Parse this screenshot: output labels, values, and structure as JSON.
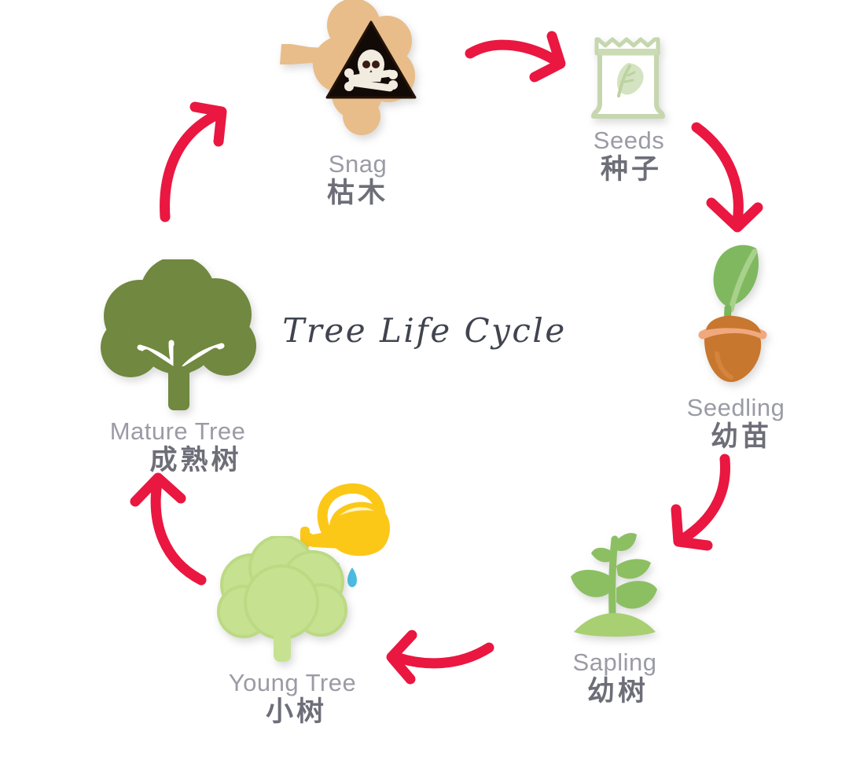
{
  "diagram": {
    "title": "Tree Life Cycle",
    "type": "cycle-diagram",
    "background_color": "#ffffff",
    "arrow_color": "#ea1740",
    "label_en_color": "#9b9ba6",
    "label_zh_color": "#6e6e79",
    "title_color": "#40444f",
    "direction": "clockwise",
    "stage_count": 6
  },
  "stages": [
    {
      "id": "snag",
      "label_en": "Snag",
      "label_zh": "枯木",
      "icon": "fallen-dead-tree-with-hazard-sign-icon",
      "icon_colors": {
        "tree": "#e8bd8a",
        "sign": "#150c08",
        "skull": "#f2ece0"
      },
      "order": 6
    },
    {
      "id": "seeds",
      "label_en": "Seeds",
      "label_zh": "种子",
      "icon": "seed-packet-icon",
      "icon_colors": {
        "outline": "#c6d6ae",
        "leaf": "#cfe0bb",
        "body": "#ffffff"
      },
      "order": 1
    },
    {
      "id": "seedling",
      "label_en": "Seedling",
      "label_zh": "幼苗",
      "icon": "sprouting-acorn-icon",
      "icon_colors": {
        "leaf": "#80b860",
        "acorn": "#c8772e",
        "cap": "#f0a87e"
      },
      "order": 2
    },
    {
      "id": "sapling",
      "label_en": "Sapling",
      "label_zh": "幼树",
      "icon": "sapling-plant-icon",
      "icon_colors": {
        "leaf": "#8cbf62",
        "soil": "#a8cf72"
      },
      "order": 3
    },
    {
      "id": "young-tree",
      "label_en": "Young Tree",
      "label_zh": "小树",
      "icon": "young-tree-with-watering-can-icon",
      "icon_colors": {
        "tree": "#c6e291",
        "can": "#fcc818",
        "water": "#4cbbe1"
      },
      "order": 4
    },
    {
      "id": "mature-tree",
      "label_en": "Mature Tree",
      "label_zh": "成熟树",
      "icon": "mature-tree-icon",
      "icon_colors": {
        "tree": "#70883f"
      },
      "order": 5
    }
  ],
  "arrows": [
    {
      "id": "snag-to-seeds",
      "from": "snag",
      "to": "seeds",
      "direction": "right"
    },
    {
      "id": "seeds-to-seedling",
      "from": "seeds",
      "to": "seedling",
      "direction": "down"
    },
    {
      "id": "seedling-to-sapling",
      "from": "seedling",
      "to": "sapling",
      "direction": "down-left"
    },
    {
      "id": "sapling-to-young-tree",
      "from": "sapling",
      "to": "young-tree",
      "direction": "left"
    },
    {
      "id": "young-tree-to-mature",
      "from": "young-tree",
      "to": "mature-tree",
      "direction": "up"
    },
    {
      "id": "mature-to-snag",
      "from": "mature-tree",
      "to": "snag",
      "direction": "up-right"
    }
  ]
}
